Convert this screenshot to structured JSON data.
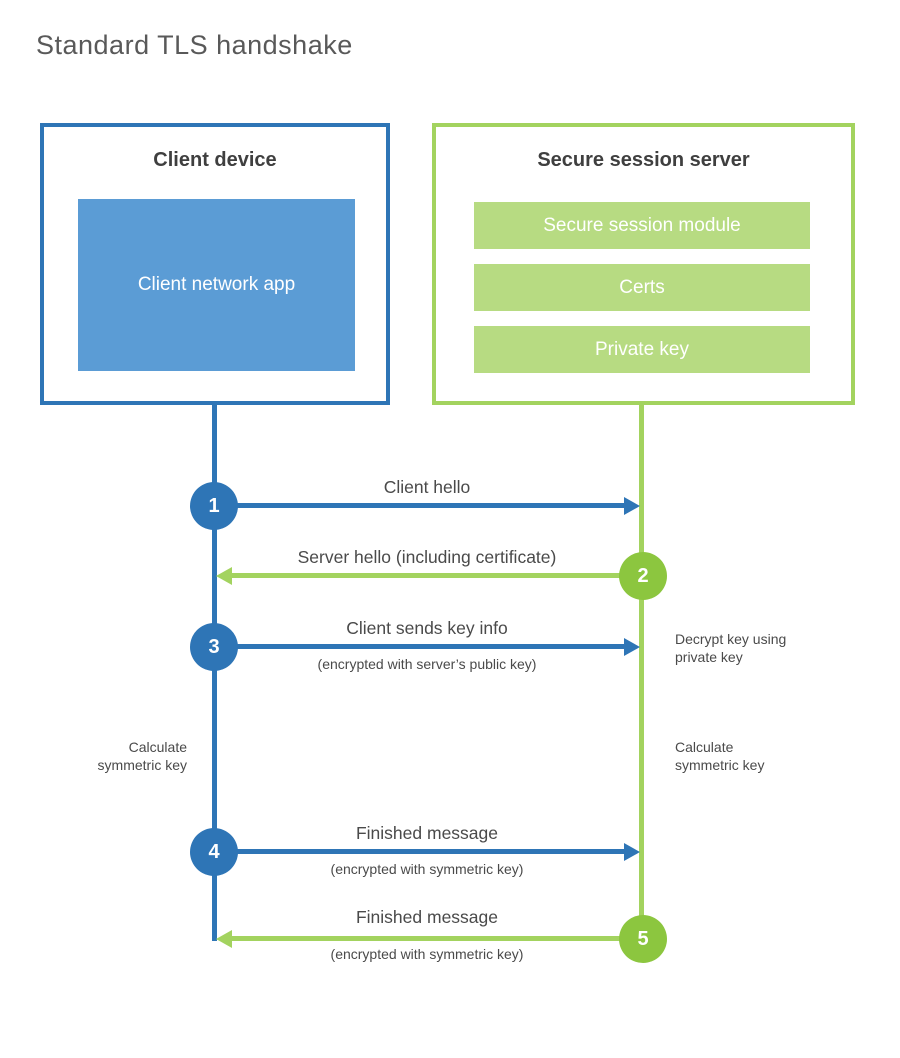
{
  "title": "Standard TLS handshake",
  "client": {
    "heading": "Client device",
    "app": "Client network app"
  },
  "server": {
    "heading": "Secure session server",
    "modules": [
      "Secure session module",
      "Certs",
      "Private key"
    ]
  },
  "steps": [
    {
      "num": "1",
      "label": "Client hello",
      "direction": "client-to-server"
    },
    {
      "num": "2",
      "label": "Server hello (including certificate)",
      "direction": "server-to-client"
    },
    {
      "num": "3",
      "label": "Client sends key info",
      "sub": "(encrypted with server’s public key)",
      "direction": "client-to-server"
    },
    {
      "num": "4",
      "label": "Finished message",
      "sub": "(encrypted with symmetric key)",
      "direction": "client-to-server"
    },
    {
      "num": "5",
      "label": "Finished message",
      "sub": "(encrypted with symmetric key)",
      "direction": "server-to-client"
    }
  ],
  "notes": {
    "decrypt": "Decrypt key using private key",
    "calc_left": "Calculate symmetric key",
    "calc_right": "Calculate symmetric key"
  },
  "colors": {
    "blue": "#2e75b6",
    "blue_fill": "#5b9cd5",
    "green_circle": "#8cc63f",
    "green_line": "#a3d35f",
    "green_fill": "#b7db82",
    "heading_text": "#3f3f3f",
    "label_text": "#4a4a4a",
    "title_text": "#595959"
  }
}
